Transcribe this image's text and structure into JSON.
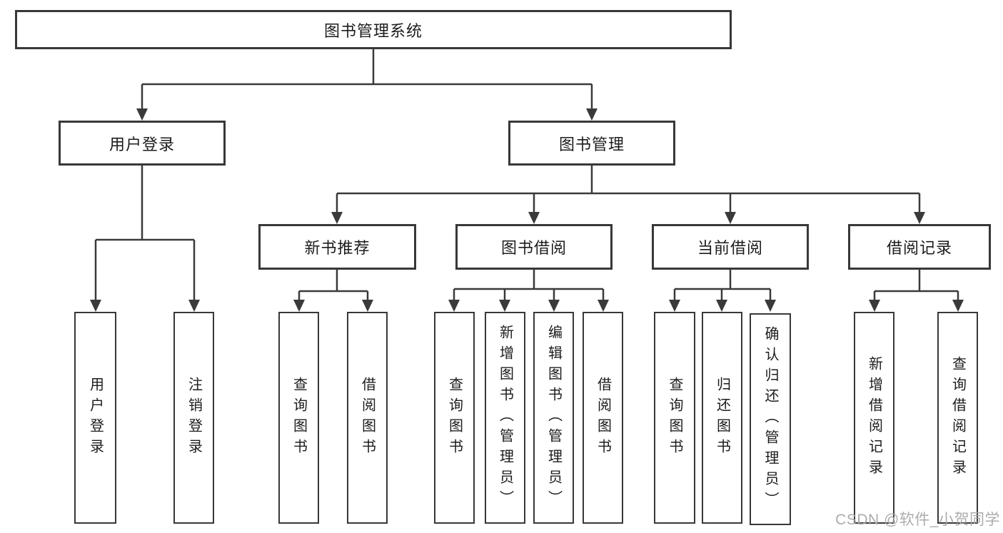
{
  "diagram_title": "图书管理系统",
  "tree": {
    "root": {
      "label": "图书管理系统"
    },
    "children": [
      {
        "label": "用户登录",
        "children": [
          {
            "label": "用户登录"
          },
          {
            "label": "注销登录"
          }
        ]
      },
      {
        "label": "图书管理",
        "children": [
          {
            "label": "新书推荐",
            "children": [
              {
                "label": "查询图书"
              },
              {
                "label": "借阅图书"
              }
            ]
          },
          {
            "label": "图书借阅",
            "children": [
              {
                "label": "查询图书"
              },
              {
                "label": "新增图书（管理员）"
              },
              {
                "label": "编辑图书（管理员）"
              },
              {
                "label": "借阅图书"
              }
            ]
          },
          {
            "label": "当前借阅",
            "children": [
              {
                "label": "查询图书"
              },
              {
                "label": "归还图书"
              },
              {
                "label": "确认归还（管理员）"
              }
            ]
          },
          {
            "label": "借阅记录",
            "children": [
              {
                "label": "新增借阅记录"
              },
              {
                "label": "查询借阅记录"
              }
            ]
          }
        ]
      }
    ]
  },
  "colors": {
    "line": "#3a3a3a",
    "border": "#383838",
    "text": "#1c1c1c",
    "watermark": "#a8a8aa",
    "background": "#ffffff"
  },
  "watermark": {
    "text": "CSDN @软件_小贺同学"
  }
}
